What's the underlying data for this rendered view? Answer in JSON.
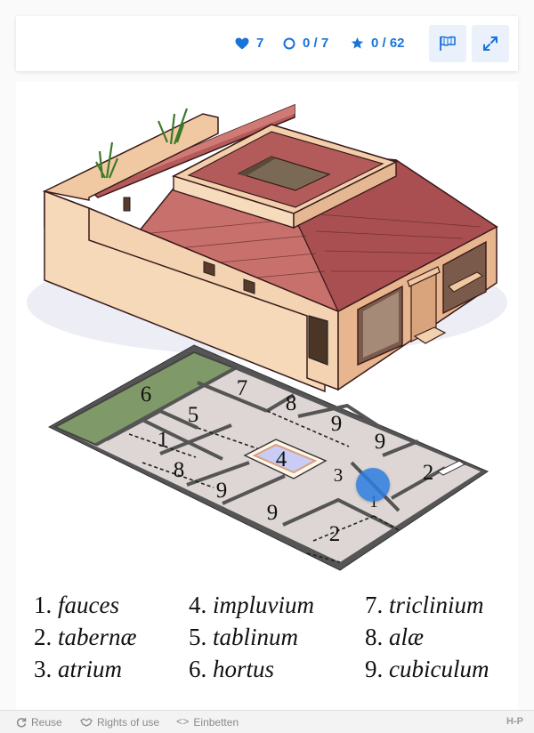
{
  "toolbar": {
    "lives": "7",
    "found": "0 / 7",
    "score": "0 / 62",
    "icons": [
      "heart-icon",
      "circle-icon",
      "star-icon",
      "flag-icon",
      "fullscreen-icon"
    ],
    "accent": "#1a73d9"
  },
  "plan_labels": {
    "n1a": "1",
    "n1b": "1",
    "n2a": "2",
    "n2b": "2",
    "n3": "3",
    "n4": "4",
    "n5": "5",
    "n6": "6",
    "n7": "7",
    "n8a": "8",
    "n8b": "8",
    "n9a": "9",
    "n9b": "9",
    "n9c": "9",
    "n9d": "9"
  },
  "legend": [
    {
      "num": "1.",
      "term": "fauces"
    },
    {
      "num": "2.",
      "term": "tabernæ"
    },
    {
      "num": "3.",
      "term": "atrium"
    },
    {
      "num": "4.",
      "term": "impluvium"
    },
    {
      "num": "5.",
      "term": "tablinum"
    },
    {
      "num": "6.",
      "term": "hortus"
    },
    {
      "num": "7.",
      "term": "triclinium"
    },
    {
      "num": "8.",
      "term": "alæ"
    },
    {
      "num": "9.",
      "term": "cubiculum"
    }
  ],
  "footer": {
    "reuse": "Reuse",
    "rights": "Rights of use",
    "embed": "Einbetten",
    "brand": "H-P"
  }
}
